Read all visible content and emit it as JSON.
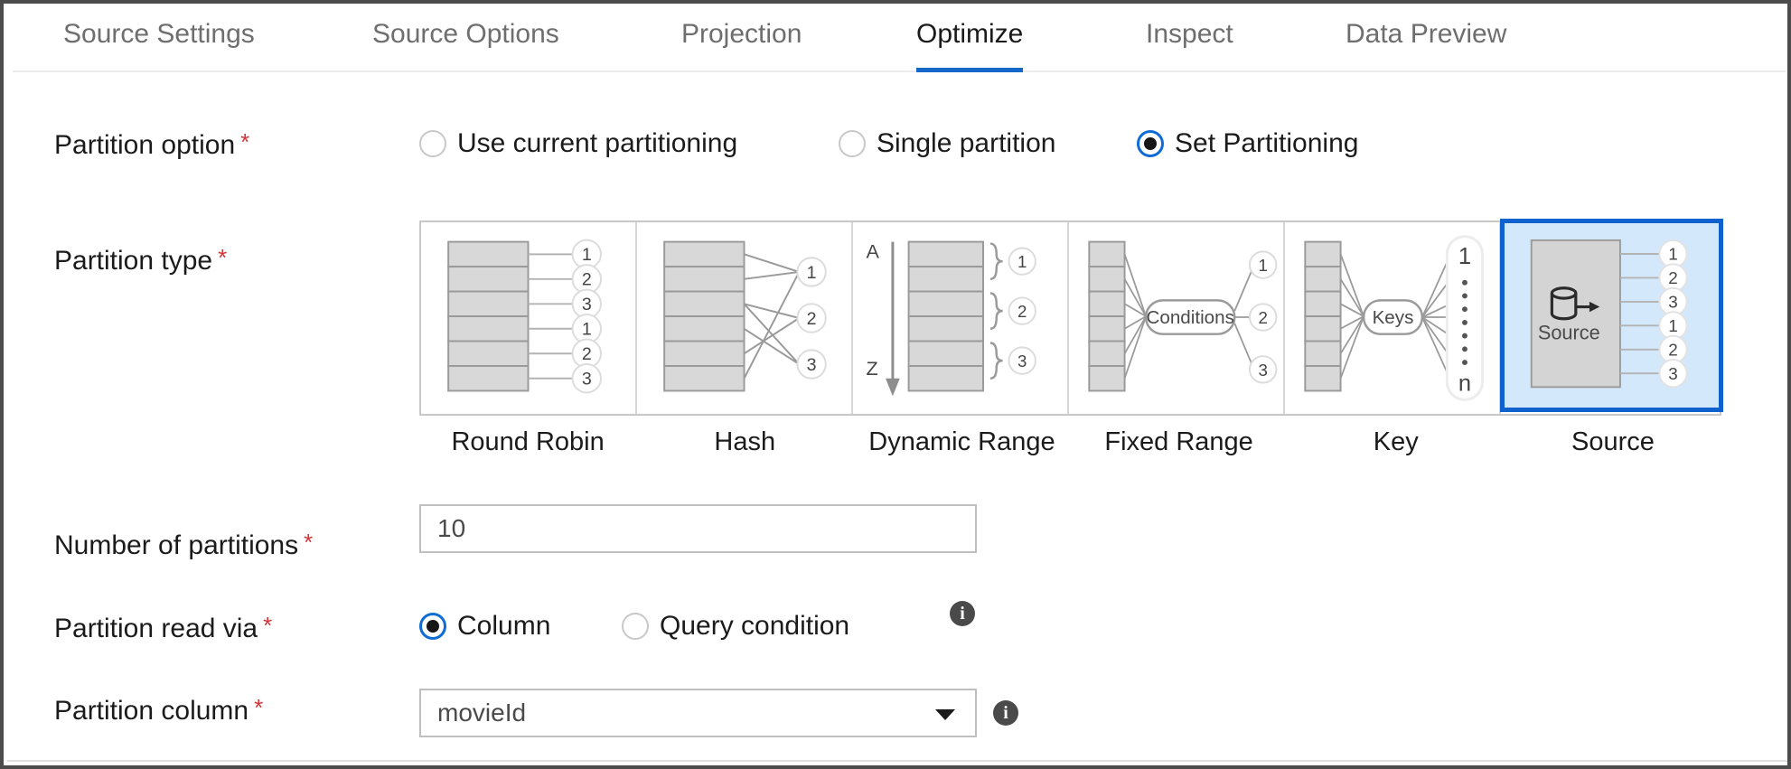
{
  "window": {
    "border_color": "#4c4c4c"
  },
  "tabs": {
    "items": [
      {
        "label": "Source Settings",
        "active": false
      },
      {
        "label": "Source Options",
        "active": false
      },
      {
        "label": "Projection",
        "active": false
      },
      {
        "label": "Optimize",
        "active": true
      },
      {
        "label": "Inspect",
        "active": false
      },
      {
        "label": "Data Preview",
        "active": false
      }
    ],
    "active_underline_color": "#1568c8"
  },
  "form": {
    "required_marker": "*",
    "partition_option": {
      "label": "Partition option",
      "options": [
        {
          "label": "Use current partitioning",
          "selected": false
        },
        {
          "label": "Single partition",
          "selected": false
        },
        {
          "label": "Set Partitioning",
          "selected": true
        }
      ]
    },
    "partition_type": {
      "label": "Partition type",
      "selected": "Source",
      "selected_fill": "#d4e8fb",
      "selected_border": "#0f62cd",
      "cards": [
        {
          "label": "Round Robin",
          "icon": "round-robin-diagram",
          "outputs": [
            "1",
            "2",
            "3",
            "1",
            "2",
            "3"
          ]
        },
        {
          "label": "Hash",
          "icon": "hash-diagram",
          "outputs": [
            "1",
            "2",
            "3"
          ]
        },
        {
          "label": "Dynamic Range",
          "icon": "dynamic-range-diagram",
          "range_start": "A",
          "range_end": "Z",
          "outputs": [
            "1",
            "2",
            "3"
          ]
        },
        {
          "label": "Fixed Range",
          "icon": "fixed-range-diagram",
          "node": "Conditions",
          "outputs": [
            "1",
            "2",
            "3"
          ]
        },
        {
          "label": "Key",
          "icon": "key-diagram",
          "node": "Keys",
          "outputs": [
            "1",
            "n"
          ]
        },
        {
          "label": "Source",
          "icon": "source-diagram",
          "node": "Source",
          "outputs": [
            "1",
            "2",
            "3",
            "1",
            "2",
            "3"
          ]
        }
      ]
    },
    "number_of_partitions": {
      "label": "Number of partitions",
      "value": "10",
      "placeholder": ""
    },
    "partition_read_via": {
      "label": "Partition read via",
      "options": [
        {
          "label": "Column",
          "selected": true
        },
        {
          "label": "Query condition",
          "selected": false
        }
      ],
      "info_glyph": "i"
    },
    "partition_column": {
      "label": "Partition column",
      "value": "movieId",
      "info_glyph": "i"
    }
  }
}
